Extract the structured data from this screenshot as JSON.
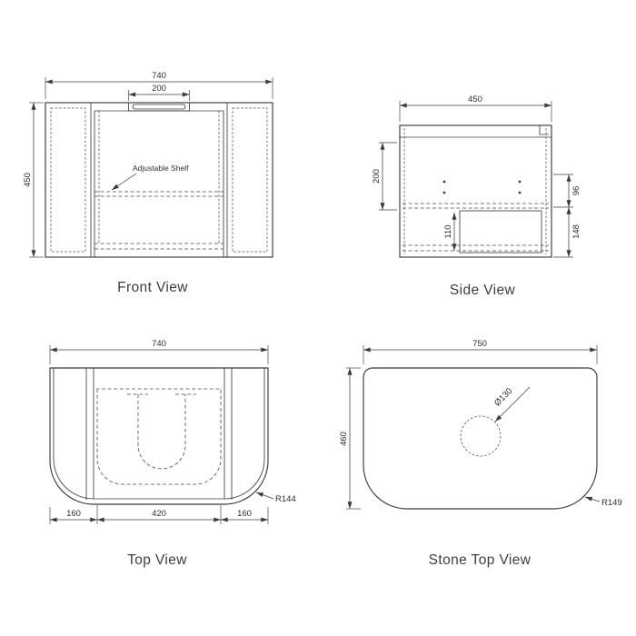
{
  "sheet": {
    "background": "#ffffff",
    "line_color": "#3b3b3b"
  },
  "views": {
    "front": {
      "title": "Front View",
      "dim_width": "740",
      "dim_height": "450",
      "dim_handle": "200",
      "shelf_label": "Adjustable Shelf"
    },
    "side": {
      "title": "Side View",
      "dim_width": "450",
      "dim_left": "200",
      "dim_right_upper": "96",
      "dim_right_lower": "148",
      "dim_inner": "110"
    },
    "top": {
      "title": "Top View",
      "dim_width": "740",
      "dim_seg_left": "160",
      "dim_seg_mid": "420",
      "dim_seg_right": "160",
      "radius_label": "R144"
    },
    "stone": {
      "title": "Stone Top View",
      "dim_width": "750",
      "dim_height": "460",
      "hole_label": "Ø130",
      "radius_label": "R149"
    }
  }
}
